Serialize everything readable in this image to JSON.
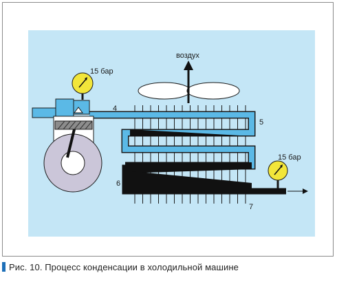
{
  "diagram": {
    "air_label": "воздух",
    "gauge_left_label": "15 бар",
    "gauge_right_label": "15 бар",
    "point_labels": [
      "4",
      "5",
      "6",
      "7"
    ]
  },
  "caption": "Рис. 10. Процесс конденсации в холодильной машине",
  "colors": {
    "panel": "#c4e6f6",
    "pipe_gas": "#5bb9e6",
    "pipe_liquid": "#111111",
    "gauge": "#f2e63a",
    "crankcase": "#cbc6d9",
    "caption_marker": "#1d6fb8"
  }
}
